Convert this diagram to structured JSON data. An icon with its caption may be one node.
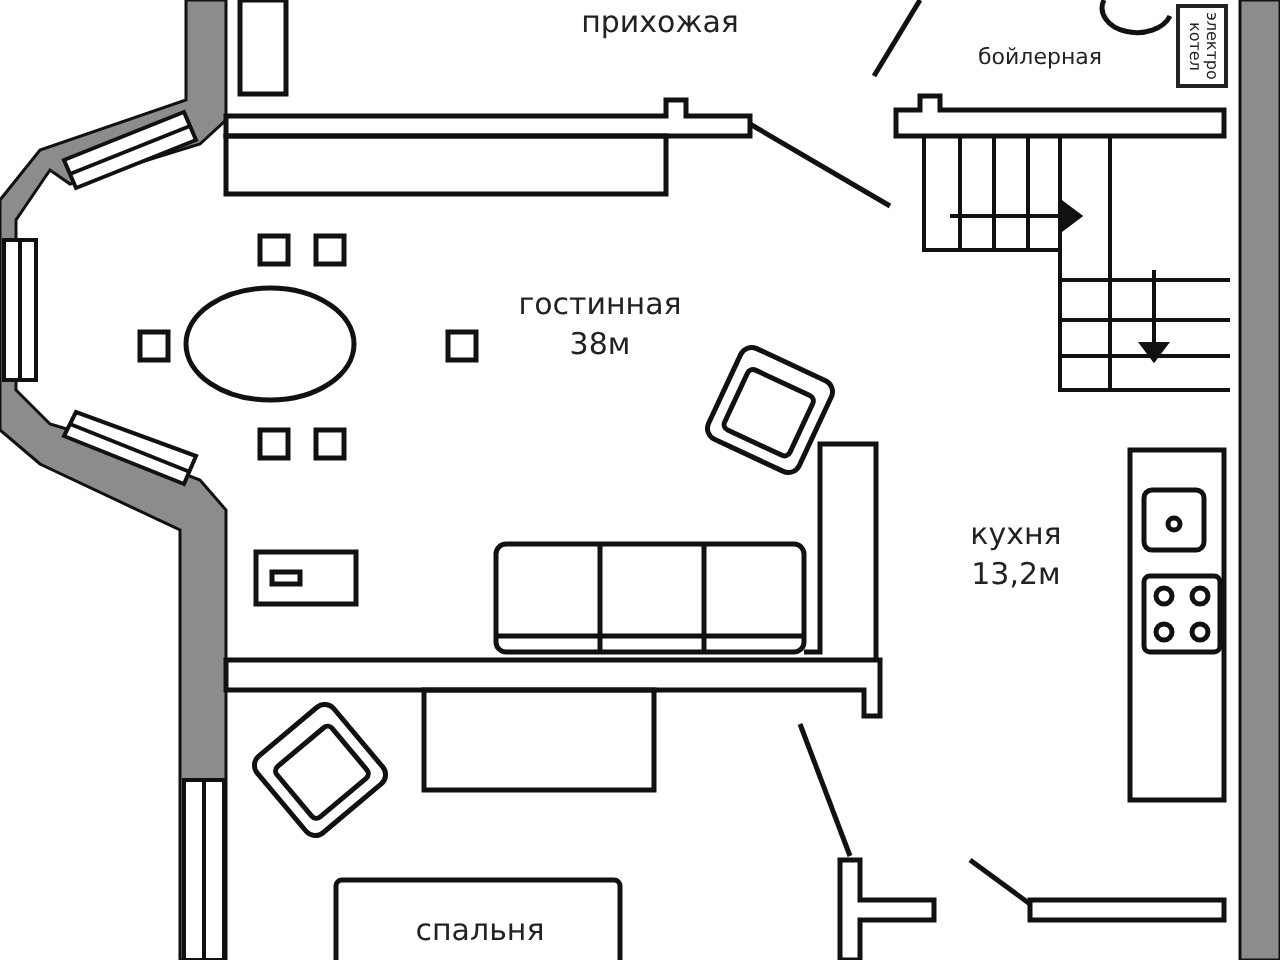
{
  "diagram": {
    "nodes": [
      {
        "text": [
          "электро котел"
        ]
      }
    ],
    "labels": [
      "прихожая",
      "бойлерная",
      "гостинная 38м",
      "кухня 13,2м",
      "спальня"
    ]
  }
}
